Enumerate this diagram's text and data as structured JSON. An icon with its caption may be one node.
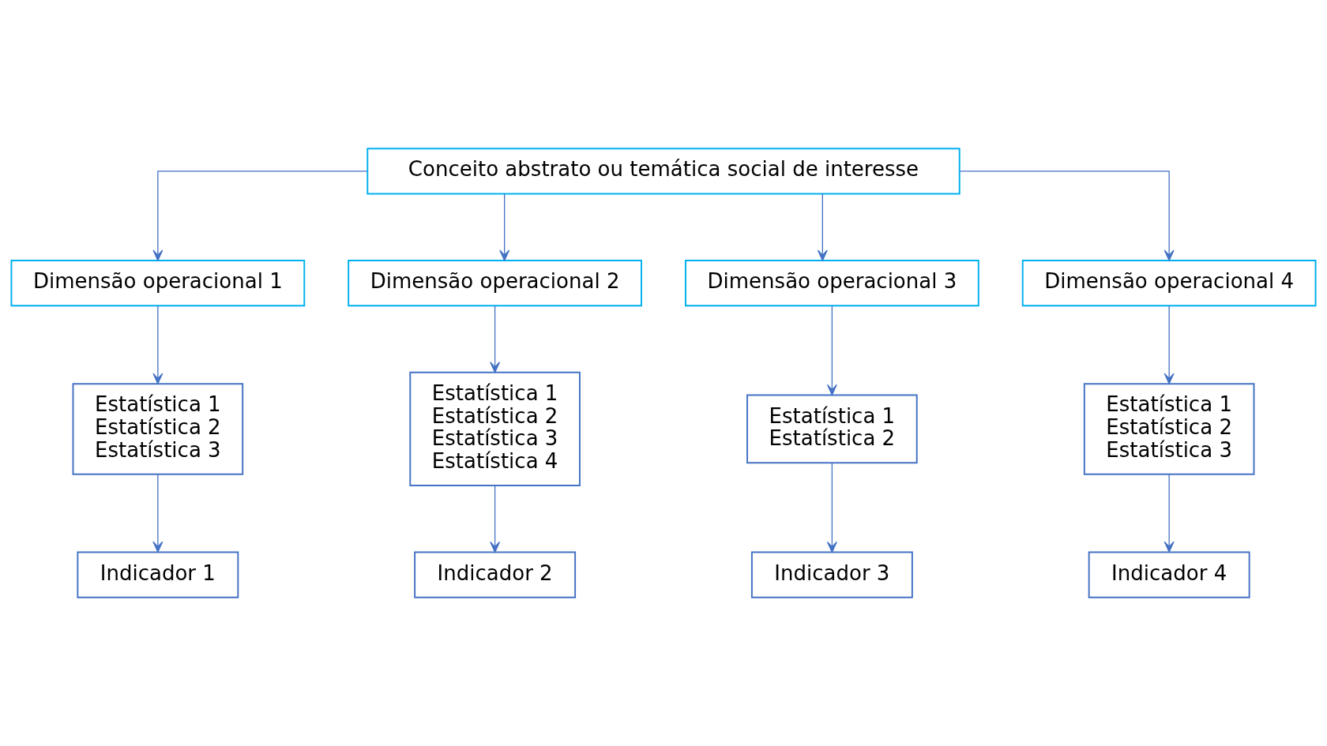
{
  "diagram": {
    "nodes": [
      {
        "text": [
          "Conceito abstrato ou temática social de interesse"
        ]
      },
      {
        "text": [
          "Dimensão operacional 1"
        ]
      },
      {
        "text": [
          "Dimensão operacional 2"
        ]
      },
      {
        "text": [
          "Dimensão operacional 3"
        ]
      },
      {
        "text": [
          "Dimensão operacional 4"
        ]
      },
      {
        "text": [
          "Estatística 1",
          "Estatística 2",
          "Estatística 3"
        ]
      },
      {
        "text": [
          "Estatística 1",
          "Estatística 2",
          "Estatística 3",
          "Estatística 4"
        ]
      },
      {
        "text": [
          "Estatística 1",
          "Estatística 2"
        ]
      },
      {
        "text": [
          "Estatística 1",
          "Estatística 2",
          "Estatística 3"
        ]
      },
      {
        "text": [
          "Indicador 1"
        ]
      },
      {
        "text": [
          "Indicador 2"
        ]
      },
      {
        "text": [
          "Indicador 3"
        ]
      },
      {
        "text": [
          "Indicador 4"
        ]
      }
    ],
    "edges": [
      {
        "from": 0,
        "to": 1,
        "arrow": "to"
      },
      {
        "from": 0,
        "to": 2,
        "arrow": "to"
      },
      {
        "from": 0,
        "to": 3,
        "arrow": "to"
      },
      {
        "from": 0,
        "to": 4,
        "arrow": "to"
      },
      {
        "from": 1,
        "to": 5,
        "arrow": "to"
      },
      {
        "from": 2,
        "to": 6,
        "arrow": "to"
      },
      {
        "from": 3,
        "to": 7,
        "arrow": "to"
      },
      {
        "from": 4,
        "to": 8,
        "arrow": "to"
      },
      {
        "from": 5,
        "to": 9,
        "arrow": "to"
      },
      {
        "from": 6,
        "to": 10,
        "arrow": "to"
      },
      {
        "from": 7,
        "to": 11,
        "arrow": "to"
      },
      {
        "from": 8,
        "to": 12,
        "arrow": "to"
      }
    ]
  }
}
